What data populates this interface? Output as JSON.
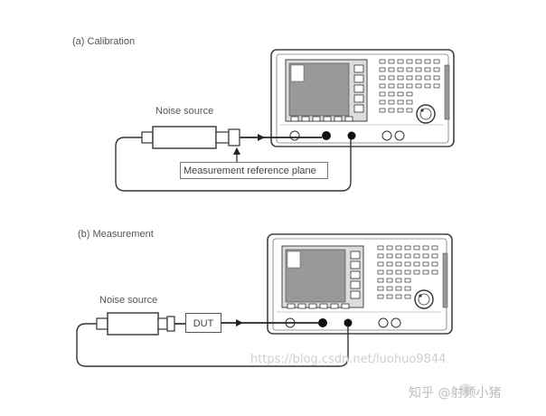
{
  "panel_a": {
    "title": "(a) Calibration",
    "noise_source": "Noise source",
    "reference_plane": "Measurement reference plane"
  },
  "panel_b": {
    "title": "(b) Measurement",
    "noise_source": "Noise source",
    "dut": "DUT"
  },
  "watermark": "https://blog.csdn.net/luohuo9844",
  "brand": "知乎 @射频小猪"
}
